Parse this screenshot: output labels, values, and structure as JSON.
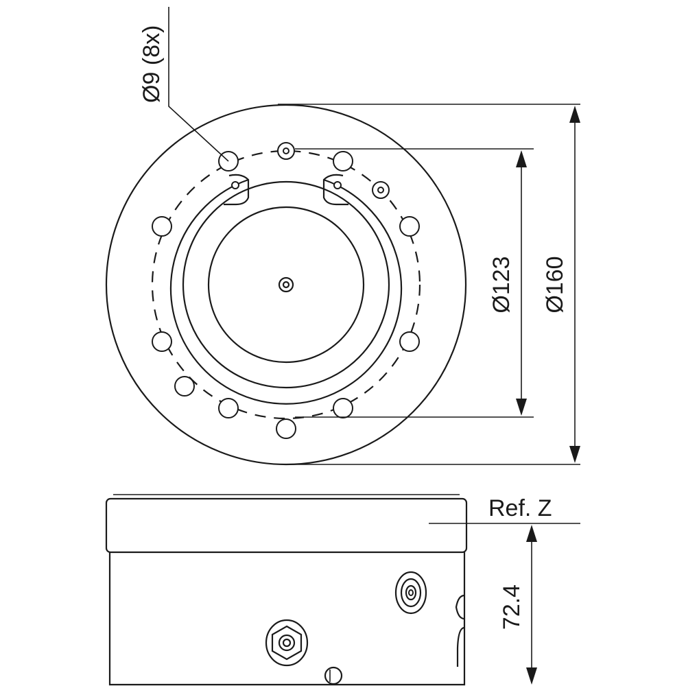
{
  "labels": {
    "hole_callout": "Ø9 (8x)",
    "bolt_circle_diameter": "Ø123",
    "outer_diameter": "Ø160",
    "reference": "Ref.  Z",
    "height": "72.4"
  },
  "colors": {
    "line": "#1a1a1a",
    "background": "#ffffff"
  }
}
